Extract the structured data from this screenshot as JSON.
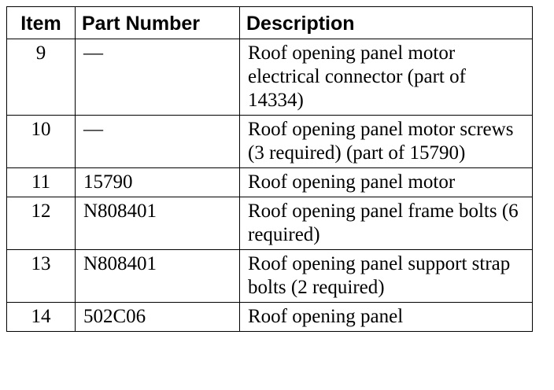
{
  "table": {
    "headers": {
      "item": "Item",
      "part_number": "Part Number",
      "description": "Description"
    },
    "rows": [
      {
        "item": "9",
        "part_number": "—",
        "description": "Roof opening panel motor electrical connector (part of 14334)"
      },
      {
        "item": "10",
        "part_number": "—",
        "description": "Roof opening panel motor screws (3 required) (part of 15790)"
      },
      {
        "item": "11",
        "part_number": "15790",
        "description": "Roof opening panel motor"
      },
      {
        "item": "12",
        "part_number": "N808401",
        "description": "Roof opening panel frame bolts (6 required)"
      },
      {
        "item": "13",
        "part_number": "N808401",
        "description": "Roof opening panel support strap bolts (2 required)"
      },
      {
        "item": "14",
        "part_number": "502C06",
        "description": "Roof opening panel"
      }
    ]
  }
}
